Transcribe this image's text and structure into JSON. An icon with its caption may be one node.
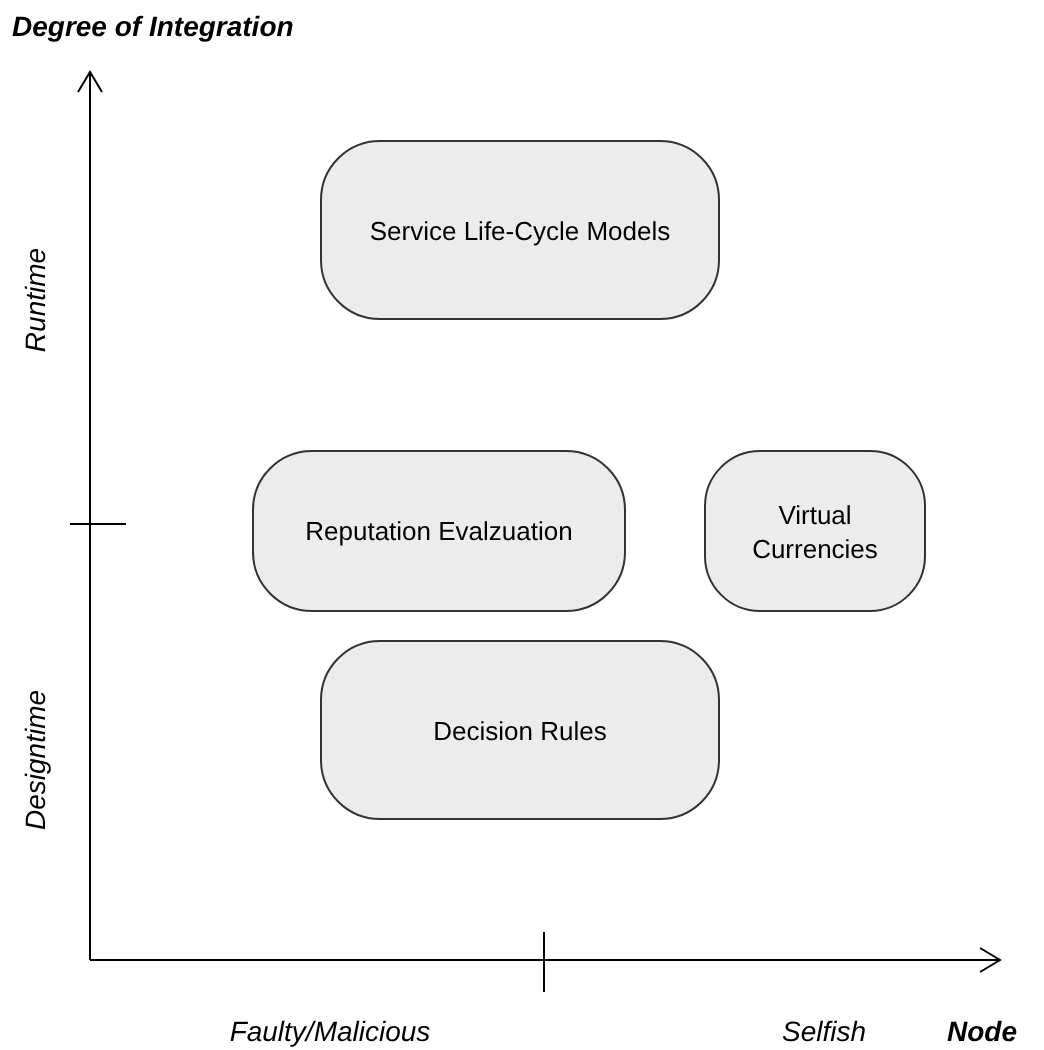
{
  "diagram": {
    "title": "Degree of Integration",
    "nodes": [
      {
        "text": [
          "Service Life-Cycle Models"
        ]
      },
      {
        "text": [
          "Reputation Evalzuation"
        ]
      },
      {
        "text": [
          "Virtual Currencies"
        ]
      },
      {
        "text": [
          "Decision Rules"
        ]
      }
    ],
    "labels": [
      "Runtime",
      "Designtime",
      "Faulty/Malicious",
      "Selfish",
      "Node"
    ]
  }
}
